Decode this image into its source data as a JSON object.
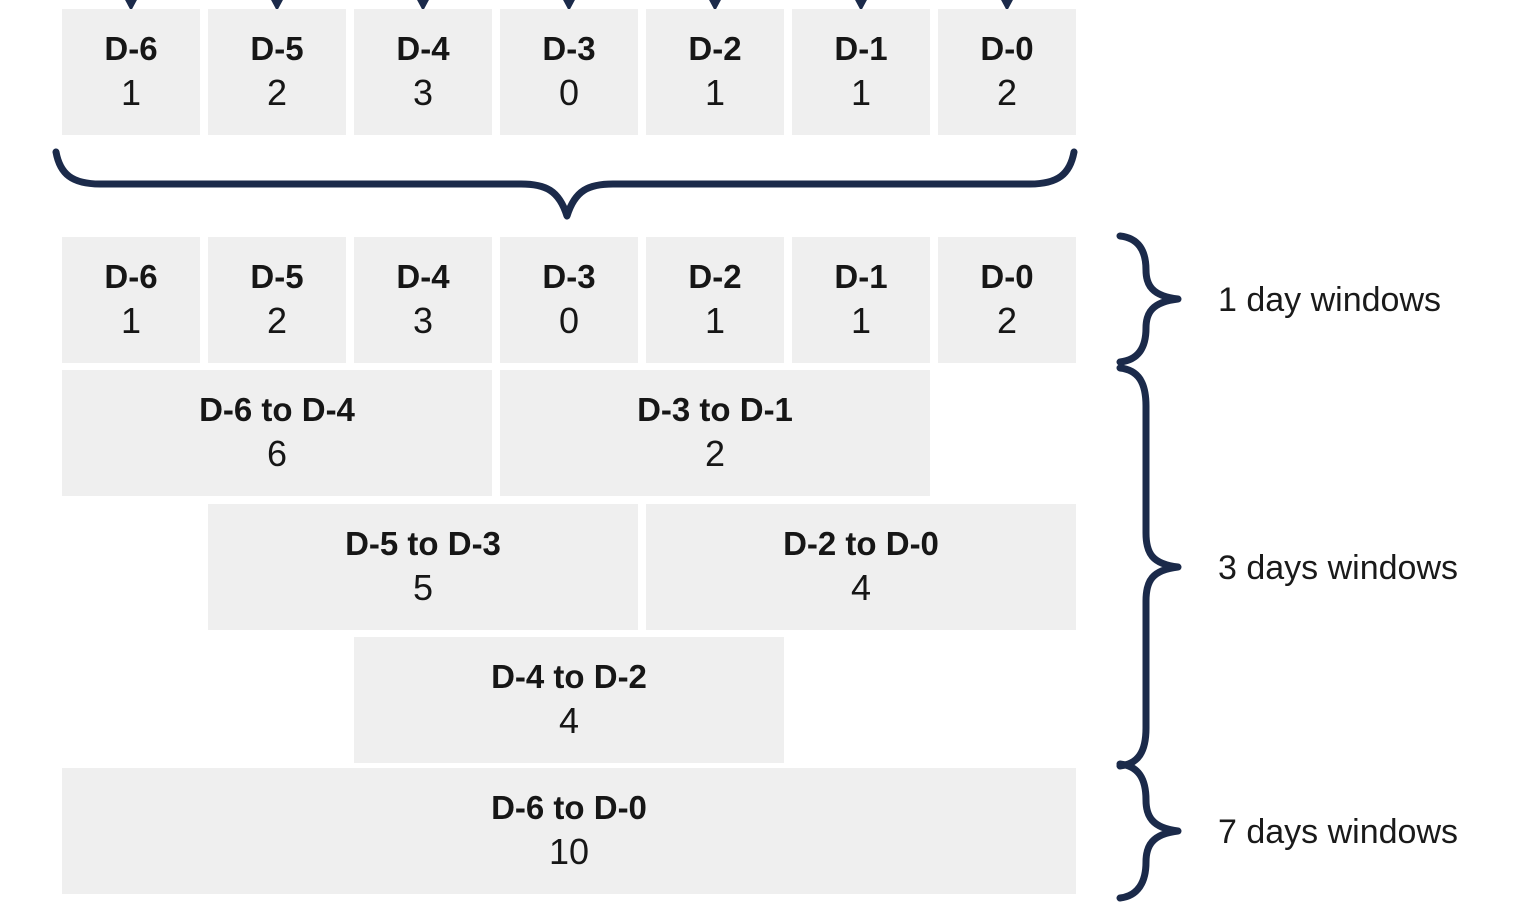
{
  "colors": {
    "accent": "#1b2a4a",
    "cell-bg": "#efefef",
    "text": "#161616"
  },
  "diagram": {
    "days": [
      {
        "label": "D-6",
        "value": "1"
      },
      {
        "label": "D-5",
        "value": "2"
      },
      {
        "label": "D-4",
        "value": "3"
      },
      {
        "label": "D-3",
        "value": "0"
      },
      {
        "label": "D-2",
        "value": "1"
      },
      {
        "label": "D-1",
        "value": "1"
      },
      {
        "label": "D-0",
        "value": "2"
      }
    ],
    "window_rows": [
      {
        "blocks": [
          {
            "label": "D-6 to D-4",
            "value": "6"
          },
          {
            "label": "D-3 to D-1",
            "value": "2"
          }
        ]
      },
      {
        "blocks": [
          {
            "label": "D-5 to D-3",
            "value": "5"
          },
          {
            "label": "D-2 to D-0",
            "value": "4"
          }
        ]
      },
      {
        "blocks": [
          {
            "label": "D-4 to D-2",
            "value": "4"
          }
        ]
      },
      {
        "blocks": [
          {
            "label": "D-6 to D-0",
            "value": "10"
          }
        ]
      }
    ],
    "annotations": {
      "one_day": "1 day windows",
      "three_days": "3 days windows",
      "seven_days": "7 days windows"
    },
    "icons": {
      "arrows": "down-arrow-icon",
      "week_brace": "brace-down-icon",
      "side_braces": "brace-right-icon"
    }
  }
}
